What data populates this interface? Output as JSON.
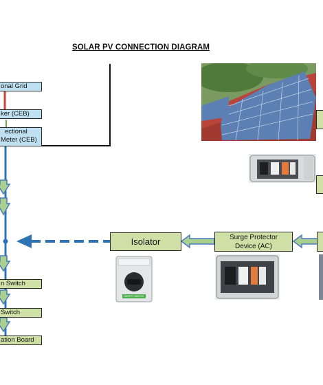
{
  "diagram": {
    "title": "SOLAR PV CONNECTION DIAGRAM",
    "nodes": {
      "national_grid": "onal Grid",
      "breaker_ceb": "ker (CEB)",
      "bidirectional_meter_line1": "ectional",
      "bidirectional_meter_line2": "Meter (CEB)",
      "isolator": "Isolator",
      "surge_protector_line1": "Surge Protector",
      "surge_protector_line2": "Device (AC)",
      "switch_1": "n Switch",
      "switch_2": "Switch",
      "distribution_board": "ation Board"
    },
    "device_labels": {
      "isolator_brand": "SAFETY SWITCH"
    },
    "colors": {
      "line_blue": "#2e74b5",
      "line_red": "#c9423b",
      "line_green": "#6aa84f",
      "box_blue": "#bfe0f0",
      "box_green": "#cfe0a6",
      "arrow_fill": "#a9d08e",
      "arrow_stroke": "#4a79c2"
    }
  }
}
